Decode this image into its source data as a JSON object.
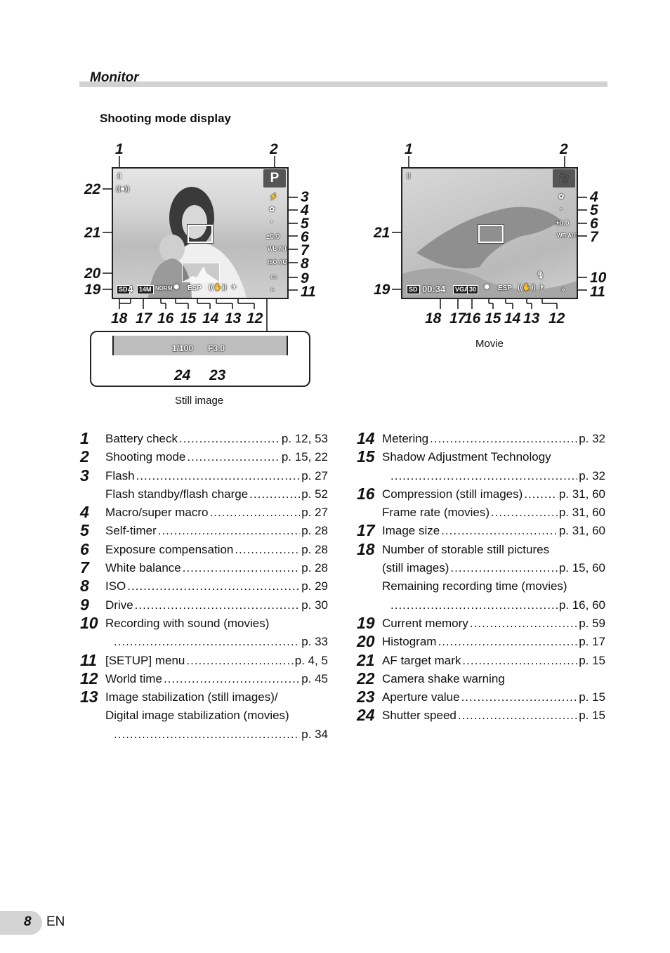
{
  "header": {
    "section_title": "Monitor",
    "subhead": "Shooting mode display"
  },
  "still": {
    "caption": "Still image",
    "mode": "P",
    "overlay": {
      "count": "4",
      "size": "14M",
      "comp": "NORM",
      "esp": "ESP",
      "iso": "ISO AUTO",
      "wb": "WB AUTO",
      "exp": "±0.0",
      "shutter": "1/100",
      "aperture": "F3.0"
    },
    "labels": {
      "n1": "1",
      "n2": "2",
      "n3": "3",
      "n4": "4",
      "n5": "5",
      "n6": "6",
      "n7": "7",
      "n8": "8",
      "n9": "9",
      "n11": "11",
      "n12": "12",
      "n13": "13",
      "n14": "14",
      "n15": "15",
      "n16": "16",
      "n17": "17",
      "n18": "18",
      "n19": "19",
      "n20": "20",
      "n21": "21",
      "n22": "22",
      "n23": "23",
      "n24": "24"
    }
  },
  "movie": {
    "caption": "Movie",
    "overlay": {
      "time": "00:34",
      "size": "VGA",
      "fps": "30",
      "esp": "ESP",
      "exp": "±0.0",
      "wb": "WB AUTO"
    },
    "labels": {
      "n1": "1",
      "n2": "2",
      "n4": "4",
      "n5": "5",
      "n6": "6",
      "n7": "7",
      "n10": "10",
      "n11": "11",
      "n12": "12",
      "n13": "13",
      "n14": "14",
      "n15": "15",
      "n16": "16",
      "n17": "17",
      "n18": "18",
      "n19": "19",
      "n21": "21"
    }
  },
  "legend_left": [
    {
      "n": "1",
      "label": "Battery check",
      "page": "p. 12, 53"
    },
    {
      "n": "2",
      "label": "Shooting mode",
      "page": "p. 15, 22"
    },
    {
      "n": "3",
      "label": "Flash",
      "page": "p. 27"
    },
    {
      "n": "",
      "label": "Flash standby/flash charge",
      "page": "p. 52"
    },
    {
      "n": "4",
      "label": "Macro/super macro",
      "page": "p. 27"
    },
    {
      "n": "5",
      "label": "Self-timer",
      "page": "p. 28"
    },
    {
      "n": "6",
      "label": "Exposure compensation",
      "page": "p. 28"
    },
    {
      "n": "7",
      "label": "White balance",
      "page": "p. 28"
    },
    {
      "n": "8",
      "label": "ISO",
      "page": "p. 29"
    },
    {
      "n": "9",
      "label": "Drive",
      "page": "p. 30"
    },
    {
      "n": "10",
      "label": "Recording with sound (movies)",
      "page": ""
    },
    {
      "n": "",
      "label": "",
      "page": "p. 33"
    },
    {
      "n": "11",
      "label": "[SETUP] menu",
      "page": "p. 4, 5"
    },
    {
      "n": "12",
      "label": "World time",
      "page": "p. 45"
    },
    {
      "n": "13",
      "label": "Image stabilization (still images)/",
      "page": ""
    },
    {
      "n": "",
      "label": "Digital image stabilization (movies)",
      "page": ""
    },
    {
      "n": "",
      "label": "",
      "page": "p. 34"
    }
  ],
  "legend_right": [
    {
      "n": "14",
      "label": "Metering",
      "page": "p. 32"
    },
    {
      "n": "15",
      "label": "Shadow Adjustment Technology",
      "page": ""
    },
    {
      "n": "",
      "label": "",
      "page": "p. 32"
    },
    {
      "n": "16",
      "label": "Compression (still images)",
      "page": "p. 31, 60"
    },
    {
      "n": "",
      "label": "Frame rate (movies)",
      "page": "p. 31, 60"
    },
    {
      "n": "17",
      "label": "Image size",
      "page": "p. 31, 60"
    },
    {
      "n": "18",
      "label": "Number of storable still pictures",
      "page": ""
    },
    {
      "n": "",
      "label": "(still images)",
      "page": "p. 15, 60"
    },
    {
      "n": "",
      "label": "Remaining recording time (movies)",
      "page": ""
    },
    {
      "n": "",
      "label": "",
      "page": "p. 16, 60"
    },
    {
      "n": "19",
      "label": "Current memory",
      "page": "p. 59"
    },
    {
      "n": "20",
      "label": "Histogram",
      "page": "p. 17"
    },
    {
      "n": "21",
      "label": "AF target mark",
      "page": "p. 15"
    },
    {
      "n": "22",
      "label": "Camera shake warning",
      "page": ""
    },
    {
      "n": "23",
      "label": "Aperture value",
      "page": "p. 15"
    },
    {
      "n": "24",
      "label": "Shutter speed",
      "page": "p. 15"
    }
  ],
  "footer": {
    "page_number": "8",
    "lang": "EN"
  }
}
